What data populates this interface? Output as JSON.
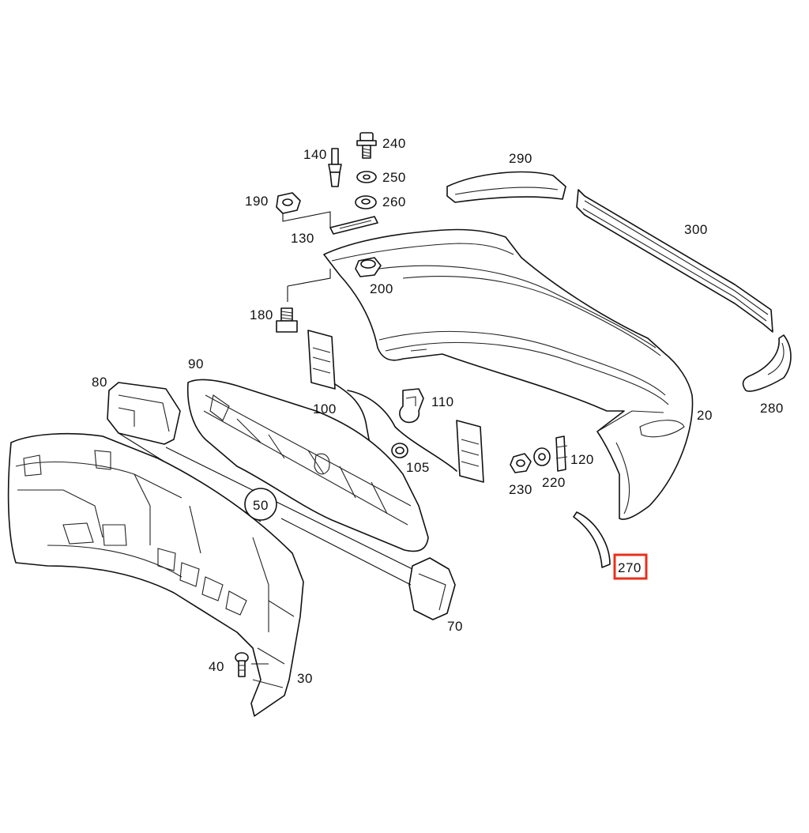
{
  "diagram": {
    "callouts": [
      {
        "id": "c240",
        "label": "240"
      },
      {
        "id": "c140",
        "label": "140"
      },
      {
        "id": "c250",
        "label": "250"
      },
      {
        "id": "c260",
        "label": "260"
      },
      {
        "id": "c190",
        "label": "190"
      },
      {
        "id": "c130",
        "label": "130"
      },
      {
        "id": "c290",
        "label": "290"
      },
      {
        "id": "c300",
        "label": "300"
      },
      {
        "id": "c200",
        "label": "200"
      },
      {
        "id": "c180",
        "label": "180"
      },
      {
        "id": "c90",
        "label": "90"
      },
      {
        "id": "c80",
        "label": "80"
      },
      {
        "id": "c100",
        "label": "100"
      },
      {
        "id": "c110",
        "label": "110"
      },
      {
        "id": "c105",
        "label": "105"
      },
      {
        "id": "c20",
        "label": "20"
      },
      {
        "id": "c280",
        "label": "280"
      },
      {
        "id": "c120",
        "label": "120"
      },
      {
        "id": "c230",
        "label": "230"
      },
      {
        "id": "c220",
        "label": "220"
      },
      {
        "id": "c50",
        "label": "50"
      },
      {
        "id": "c270",
        "label": "270"
      },
      {
        "id": "c70",
        "label": "70"
      },
      {
        "id": "c40",
        "label": "40"
      },
      {
        "id": "c30",
        "label": "30"
      }
    ],
    "highlighted_callout": "270",
    "highlight_color": "#e8301c"
  }
}
